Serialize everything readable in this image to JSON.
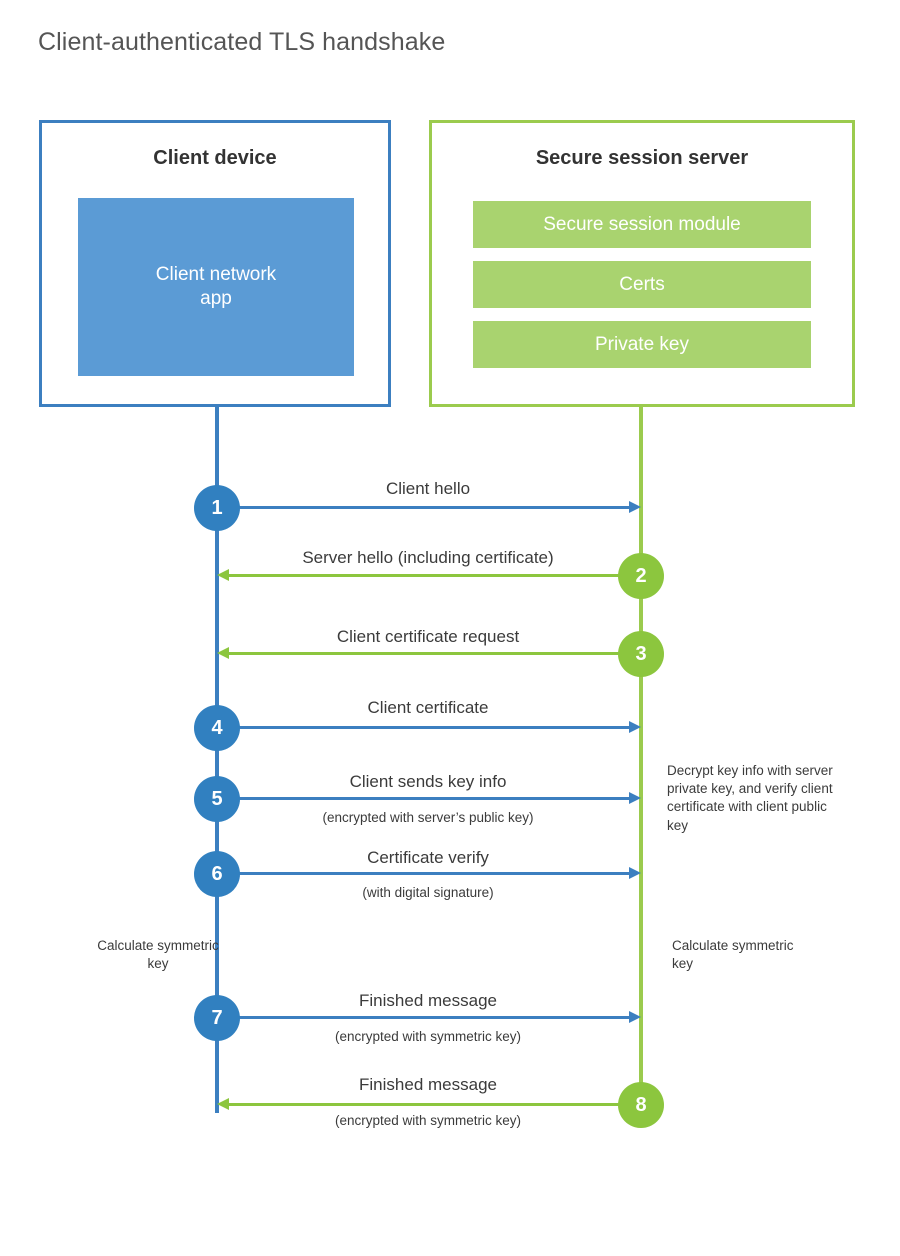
{
  "title": "Client-authenticated TLS handshake",
  "colors": {
    "client_blue": "#3c7fc0",
    "client_app_blue": "#5b9bd5",
    "step_blue": "#3180c0",
    "server_green": "#9bcb4e",
    "server_bar_green": "#a9d36f",
    "step_green": "#8cc63e",
    "text": "#3b3b3b",
    "title_text": "#555555"
  },
  "client": {
    "title": "Client device",
    "app_line1": "Client network",
    "app_line2": "app"
  },
  "server": {
    "title": "Secure session server",
    "modules": [
      {
        "label": "Secure session module"
      },
      {
        "label": "Certs"
      },
      {
        "label": "Private key"
      }
    ]
  },
  "steps": [
    {
      "number": "1",
      "label": "Client hello",
      "sublabel": "",
      "direction": "client-to-server",
      "color": "blue"
    },
    {
      "number": "2",
      "label": "Server hello (including certificate)",
      "sublabel": "",
      "direction": "server-to-client",
      "color": "green"
    },
    {
      "number": "3",
      "label": "Client certificate request",
      "sublabel": "",
      "direction": "server-to-client",
      "color": "green"
    },
    {
      "number": "4",
      "label": "Client certificate",
      "sublabel": "",
      "direction": "client-to-server",
      "color": "blue"
    },
    {
      "number": "5",
      "label": "Client sends key info",
      "sublabel": "(encrypted with server’s public key)",
      "direction": "client-to-server",
      "color": "blue"
    },
    {
      "number": "6",
      "label": "Certificate verify",
      "sublabel": "(with digital signature)",
      "direction": "client-to-server",
      "color": "blue"
    },
    {
      "number": "7",
      "label": "Finished message",
      "sublabel": "(encrypted with symmetric key)",
      "direction": "client-to-server",
      "color": "blue"
    },
    {
      "number": "8",
      "label": "Finished message",
      "sublabel": "(encrypted with symmetric key)",
      "direction": "server-to-client",
      "color": "green"
    }
  ],
  "notes": {
    "decrypt": "Decrypt key info with server private key, and verify client certificate with client public key",
    "client_calculate": "Calculate symmetric key",
    "server_calculate": "Calculate symmetric key"
  }
}
